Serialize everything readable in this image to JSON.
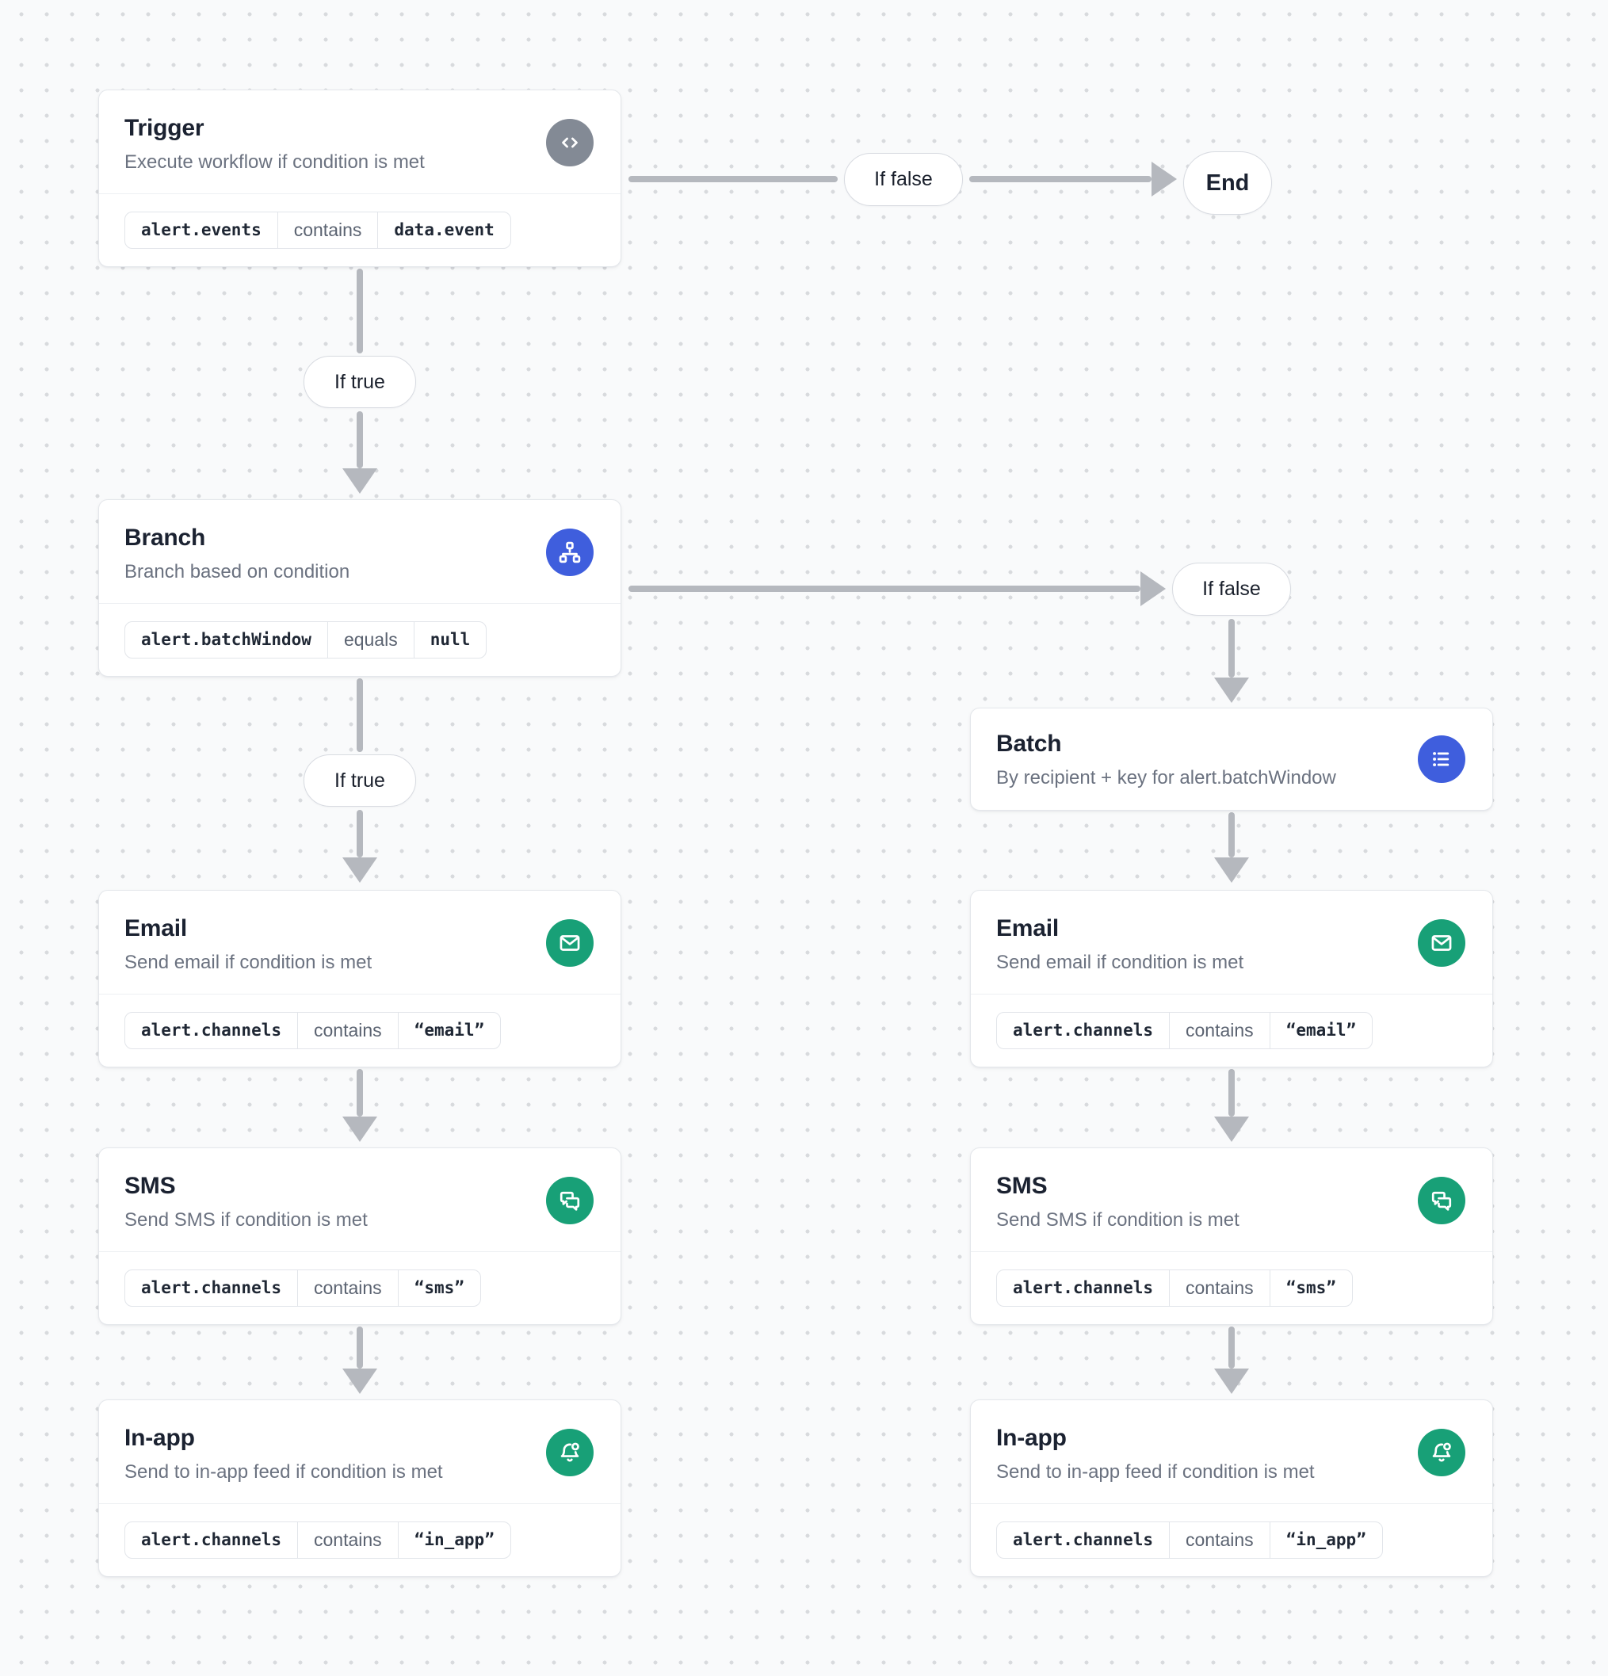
{
  "edge_labels": {
    "trigger_true": "If true",
    "trigger_false": "If false",
    "branch_true": "If true",
    "branch_false": "If false"
  },
  "end_node": {
    "label": "End"
  },
  "nodes": {
    "trigger": {
      "title": "Trigger",
      "subtitle": "Execute workflow if condition is met",
      "icon": "code-icon",
      "condition": {
        "field": "alert.events",
        "operator": "contains",
        "value": "data.event"
      }
    },
    "branch": {
      "title": "Branch",
      "subtitle": "Branch based on condition",
      "icon": "sitemap-icon",
      "condition": {
        "field": "alert.batchWindow",
        "operator": "equals",
        "value": "null"
      }
    },
    "batch": {
      "title": "Batch",
      "subtitle": "By recipient + key for alert.batchWindow",
      "icon": "list-icon"
    },
    "email_true": {
      "title": "Email",
      "subtitle": "Send email if condition is met",
      "icon": "mail-icon",
      "condition": {
        "field": "alert.channels",
        "operator": "contains",
        "value": "“email”"
      }
    },
    "sms_true": {
      "title": "SMS",
      "subtitle": "Send SMS if condition is met",
      "icon": "chat-icon",
      "condition": {
        "field": "alert.channels",
        "operator": "contains",
        "value": "“sms”"
      }
    },
    "in_app_true": {
      "title": "In-app",
      "subtitle": "Send to in-app feed if condition is met",
      "icon": "bell-icon",
      "condition": {
        "field": "alert.channels",
        "operator": "contains",
        "value": "“in_app”"
      }
    },
    "email_false": {
      "title": "Email",
      "subtitle": "Send email if condition is met",
      "icon": "mail-icon",
      "condition": {
        "field": "alert.channels",
        "operator": "contains",
        "value": "“email”"
      }
    },
    "sms_false": {
      "title": "SMS",
      "subtitle": "Send SMS if condition is met",
      "icon": "chat-icon",
      "condition": {
        "field": "alert.channels",
        "operator": "contains",
        "value": "“sms”"
      }
    },
    "in_app_false": {
      "title": "In-app",
      "subtitle": "Send to in-app feed if condition is met",
      "icon": "bell-icon",
      "condition": {
        "field": "alert.channels",
        "operator": "contains",
        "value": "“in_app”"
      }
    }
  },
  "colors": {
    "accent_blue": "#3f5edd",
    "accent_green": "#18a077",
    "trigger_gray": "#838a95",
    "arrow_gray": "#b5b8be",
    "background": "#f9fafb"
  }
}
